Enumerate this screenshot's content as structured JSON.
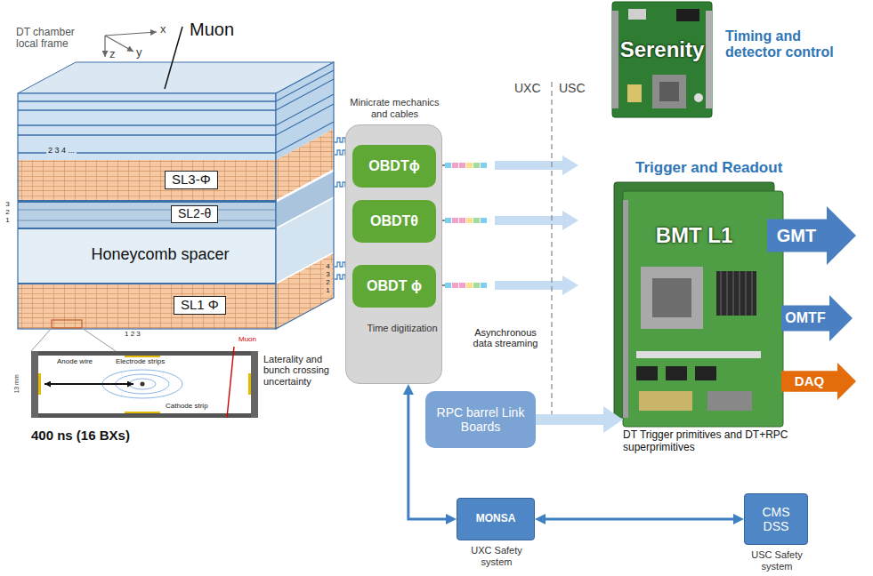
{
  "diagram": {
    "nodes": [
      {
        "text": [
          "Minicrate mechanics and cables",
          "Time digitization"
        ]
      },
      {
        "text": [
          "OBDTϕ"
        ],
        "in": 0
      },
      {
        "text": [
          "OBDTθ"
        ],
        "in": 0
      },
      {
        "text": [
          "OBDT ϕ"
        ],
        "in": 0
      },
      {
        "text": [
          "Serenity",
          "Timing and detector control"
        ]
      },
      {
        "text": [
          "Trigger and Readout",
          "BMT L1",
          "DT Trigger primitives and DT+RPC superprimitives"
        ]
      },
      {
        "text": [
          "GMT"
        ]
      },
      {
        "text": [
          "OMTF"
        ]
      },
      {
        "text": [
          "DAQ"
        ]
      },
      {
        "text": [
          "RPC barrel Link Boards"
        ]
      },
      {
        "text": [
          "MONSA",
          "UXC Safety system"
        ]
      },
      {
        "text": [
          "CMS DSS",
          "USC Safety system"
        ]
      }
    ],
    "edges": [
      {
        "from": 9,
        "to": 5,
        "arrow": "to"
      },
      {
        "from": 0,
        "to": 10,
        "arrow": "both"
      },
      {
        "from": 10,
        "to": 11,
        "arrow": "both"
      }
    ],
    "labels": [
      "DT chamber local frame",
      "x",
      "y",
      "z",
      "Muon",
      "2 3 4 ...",
      "3 2 1",
      "1 2 3",
      "4 3 2 1",
      "SL3-Φ",
      "SL2-θ",
      "Honeycomb spacer",
      "SL1 Φ",
      "Anode wire",
      "Electrode strips",
      "Cathode strip",
      "Muon",
      "13 mm",
      "400 ns (16 BXs)",
      "Laterality and bunch crossing uncertainty",
      "Asynchronous data streaming",
      "UXC",
      "USC"
    ]
  }
}
